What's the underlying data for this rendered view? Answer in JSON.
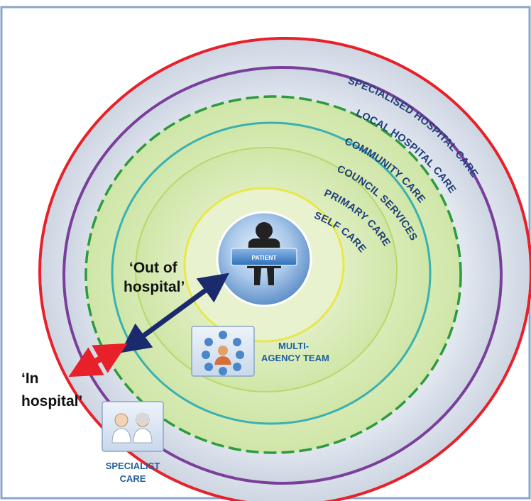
{
  "rings": {
    "specialised_hospital_care": "SPECIALISED HOSPITAL CARE",
    "local_hospital_care": "LOCAL HOSPITAL CARE",
    "community_care": "COMMUNITY CARE",
    "council_services": "COUNCIL SERVICES",
    "primary_care": "PRIMARY CARE",
    "self_care": "SELF CARE"
  },
  "patient": {
    "label": "PATIENT"
  },
  "out_of_hospital": {
    "line1": "‘Out of",
    "line2": "hospital’"
  },
  "in_hospital": {
    "line1": "‘In",
    "line2": "hospital’"
  },
  "multi_agency": {
    "line1": "MULTI-",
    "line2": "AGENCY TEAM"
  },
  "specialist": {
    "line1": "SPECIALIST",
    "line2": "CARE"
  },
  "colors": {
    "outer_ring": "#e8202a",
    "local_ring": "#7a3f9a",
    "community_ring": "#2e9a3e",
    "council_ring": "#3ab0b0",
    "primary_ring": "#e8e84a",
    "in_arrow": "#e8202a",
    "out_arrow": "#1a2a6c",
    "ring_text": "#1f3f7a"
  }
}
